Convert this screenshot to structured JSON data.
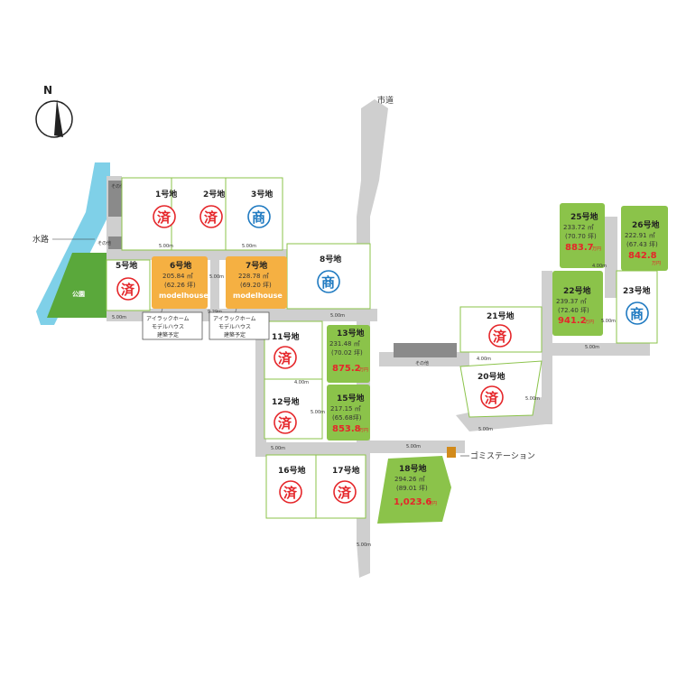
{
  "compass": "N",
  "road_label": "市道",
  "waterway_label": "水路",
  "park_label": "公園",
  "garbage_label": "ゴミステーション",
  "other_label": "その他",
  "sold_mark": "済",
  "commercial_mark": "商",
  "unit_yen": "万円",
  "lots": {
    "l1": {
      "name": "1号地",
      "status": "済"
    },
    "l2": {
      "name": "2号地",
      "status": "済"
    },
    "l3": {
      "name": "3号地",
      "status": "商"
    },
    "l5": {
      "name": "5号地",
      "status": "済"
    },
    "l6": {
      "name": "6号地",
      "area_m2": "205.84 ㎡",
      "area_tsubo": "(62.26 坪)",
      "tag": "modelhouse"
    },
    "l7": {
      "name": "7号地",
      "area_m2": "228.78 ㎡",
      "area_tsubo": "(69.20 坪)",
      "tag": "modelhouse"
    },
    "l8": {
      "name": "8号地",
      "status": "商"
    },
    "l11": {
      "name": "11号地",
      "status": "済"
    },
    "l12": {
      "name": "12号地",
      "status": "済"
    },
    "l13": {
      "name": "13号地",
      "area_m2": "231.48 ㎡",
      "area_tsubo": "(70.02 坪)",
      "price": "875.2"
    },
    "l15": {
      "name": "15号地",
      "area_m2": "217.15 ㎡",
      "area_tsubo": "(65.68坪)",
      "price": "853.8"
    },
    "l16": {
      "name": "16号地",
      "status": "済"
    },
    "l17": {
      "name": "17号地",
      "status": "済"
    },
    "l18": {
      "name": "18号地",
      "area_m2": "294.26 ㎡",
      "area_tsubo": "(89.01 坪)",
      "price": "1,023.6"
    },
    "l20": {
      "name": "20号地",
      "status": "済"
    },
    "l21": {
      "name": "21号地",
      "status": "済"
    },
    "l22": {
      "name": "22号地",
      "area_m2": "239.37 ㎡",
      "area_tsubo": "(72.40 坪)",
      "price": "941.2"
    },
    "l23": {
      "name": "23号地",
      "status": "商"
    },
    "l25": {
      "name": "25号地",
      "area_m2": "233.72 ㎡",
      "area_tsubo": "(70.70 坪)",
      "price": "883.7"
    },
    "l26": {
      "name": "26号地",
      "area_m2": "222.91 ㎡",
      "area_tsubo": "(67.43 坪)",
      "price": "842.8"
    }
  },
  "note6": {
    "line1": "アイラックホーム",
    "line2": "モデルハウス",
    "line3": "建築予定"
  },
  "note7": {
    "line1": "アイラックホーム",
    "line2": "モデルハウス",
    "line3": "建築予定"
  },
  "dims": {
    "d500": "5.00m",
    "d400": "4.00m",
    "d929": "9.29m"
  },
  "colors": {
    "road": "#cfcfcf",
    "lot_green": "#8bc34a",
    "lot_orange": "#f5b042",
    "park": "#5aa83b",
    "water": "#7fd0e8",
    "sold": "#e5262a",
    "commercial": "#1f7ac1"
  }
}
